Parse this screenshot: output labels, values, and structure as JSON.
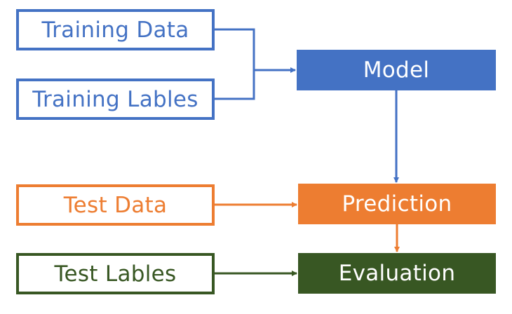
{
  "colors": {
    "blue": "#4472C4",
    "orange": "#ED7D31",
    "green": "#385723"
  },
  "nodes": {
    "training_data": {
      "label": "Training Data",
      "style": "outline",
      "color": "blue"
    },
    "training_labels": {
      "label": "Training Lables",
      "style": "outline",
      "color": "blue"
    },
    "model": {
      "label": "Model",
      "style": "filled",
      "color": "blue"
    },
    "test_data": {
      "label": "Test Data",
      "style": "outline",
      "color": "orange"
    },
    "prediction": {
      "label": "Prediction",
      "style": "filled",
      "color": "orange"
    },
    "test_labels": {
      "label": "Test Lables",
      "style": "outline",
      "color": "green"
    },
    "evaluation": {
      "label": "Evaluation",
      "style": "filled",
      "color": "green"
    }
  },
  "edges": [
    {
      "from": "training_data",
      "to": "model",
      "color": "blue"
    },
    {
      "from": "training_labels",
      "to": "model",
      "color": "blue"
    },
    {
      "from": "model",
      "to": "prediction",
      "color": "blue"
    },
    {
      "from": "test_data",
      "to": "prediction",
      "color": "orange"
    },
    {
      "from": "prediction",
      "to": "evaluation",
      "color": "orange"
    },
    {
      "from": "test_labels",
      "to": "evaluation",
      "color": "green"
    }
  ]
}
